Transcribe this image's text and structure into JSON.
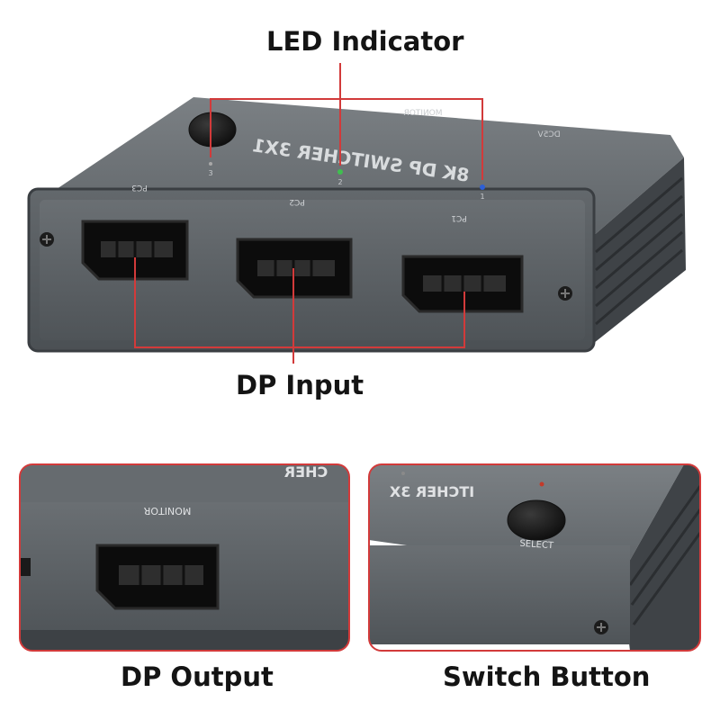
{
  "labels": {
    "led_indicator": "LED Indicator",
    "dp_input": "DP Input",
    "dp_output": "DP Output",
    "switch_button": "Switch Button"
  },
  "device": {
    "top_text": "8K DP SWITCHER 3X1",
    "monitor": "MONITOR",
    "dc5v": "DC5V",
    "select": "SELECT",
    "ports": [
      "PC3",
      "PC2",
      "PC1"
    ],
    "led_numbers": [
      "3",
      "2",
      "1"
    ],
    "detail_output_label": "MONITOR",
    "detail_top_text_left": "CHER",
    "detail_top_text_right": "ITCHER 3X"
  },
  "colors": {
    "callout_line": "#d23a3a",
    "shell": "#5b6064",
    "shell_top": "#6c7175",
    "led_green": "#3fbf4f",
    "led_blue": "#2d5fd6"
  }
}
